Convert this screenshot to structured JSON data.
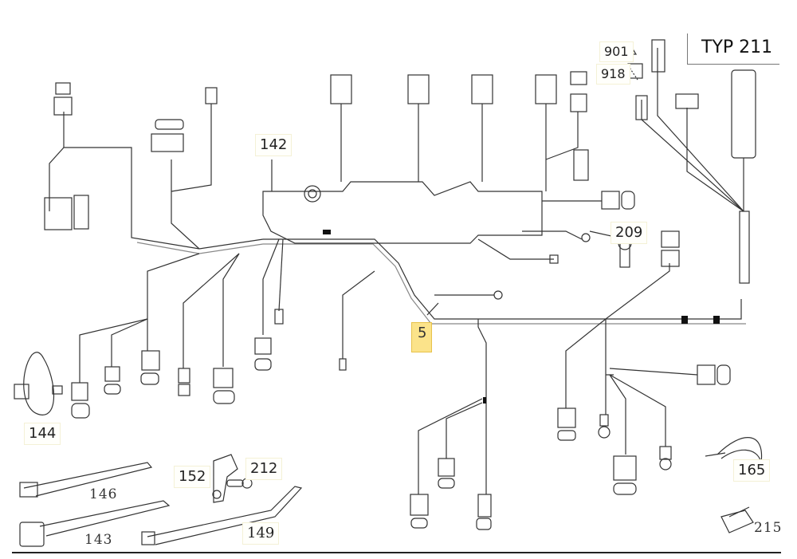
{
  "diagram": {
    "title": "TYP 211",
    "selected_part": "5",
    "accent_color": "#fbe38a",
    "callouts": [
      {
        "id": "901",
        "label": "901"
      },
      {
        "id": "918",
        "label": "918"
      },
      {
        "id": "142",
        "label": "142"
      },
      {
        "id": "209",
        "label": "209"
      },
      {
        "id": "5",
        "label": "5"
      },
      {
        "id": "144",
        "label": "144"
      },
      {
        "id": "152",
        "label": "152"
      },
      {
        "id": "212",
        "label": "212"
      },
      {
        "id": "165",
        "label": "165"
      },
      {
        "id": "146",
        "label": "146"
      },
      {
        "id": "143",
        "label": "143"
      },
      {
        "id": "149",
        "label": "149"
      },
      {
        "id": "215",
        "label": "215"
      }
    ]
  }
}
